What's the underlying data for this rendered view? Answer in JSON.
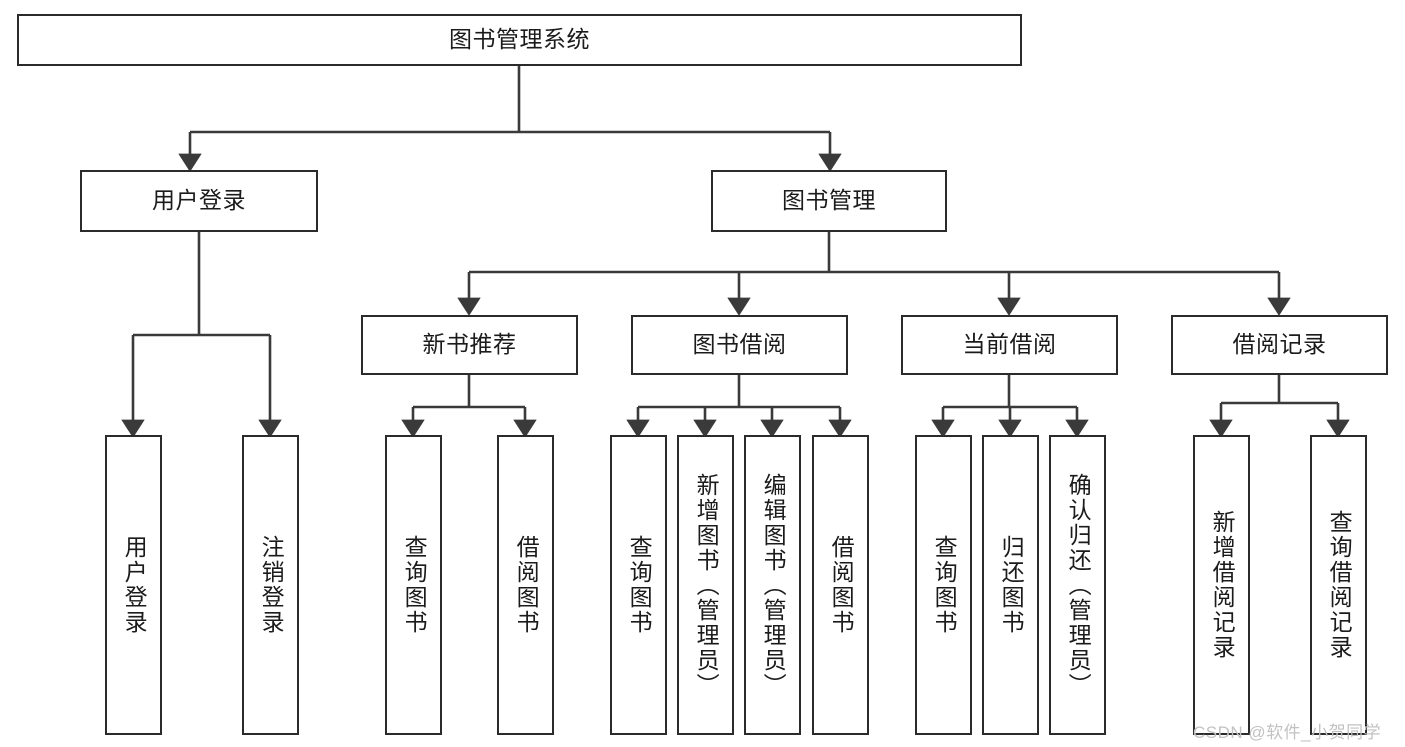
{
  "diagram": {
    "title": "图书管理系统",
    "type": "tree",
    "watermark": "CSDN @软件_小贺同学",
    "colors": {
      "box_border": "#2b2b2b",
      "box_fill": "#ffffff",
      "connector": "#3a3a3a",
      "text": "#1b1b1b",
      "watermark": "#c2c2c2",
      "background": "#ffffff"
    },
    "root": {
      "label": "图书管理系统"
    },
    "level2": [
      {
        "label": "用户登录"
      },
      {
        "label": "图书管理"
      }
    ],
    "level3": [
      {
        "label": "新书推荐"
      },
      {
        "label": "图书借阅"
      },
      {
        "label": "当前借阅"
      },
      {
        "label": "借阅记录"
      }
    ],
    "leaves": {
      "user_login": [
        {
          "label": "用户登录"
        },
        {
          "label": "注销登录"
        }
      ],
      "new_book_recommend": [
        {
          "label": "查询图书"
        },
        {
          "label": "借阅图书"
        }
      ],
      "book_borrow": [
        {
          "label": "查询图书"
        },
        {
          "label": "新增图书（管理员）"
        },
        {
          "label": "编辑图书（管理员）"
        },
        {
          "label": "借阅图书"
        }
      ],
      "current_borrow": [
        {
          "label": "查询图书"
        },
        {
          "label": "归还图书"
        },
        {
          "label": "确认归还（管理员）"
        }
      ],
      "borrow_record": [
        {
          "label": "新增借阅记录"
        },
        {
          "label": "查询借阅记录"
        }
      ]
    }
  }
}
